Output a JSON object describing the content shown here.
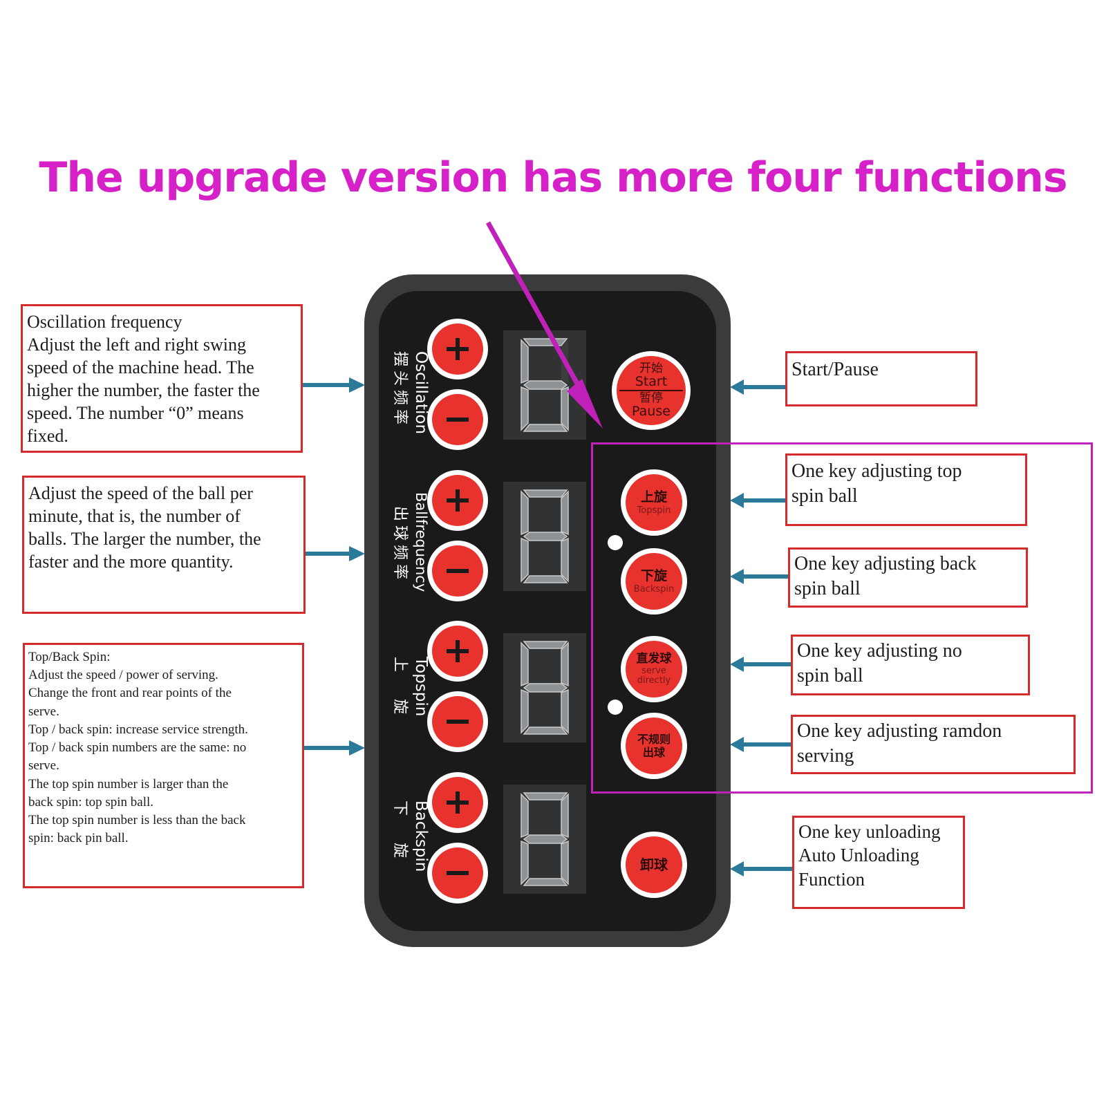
{
  "headline": "The upgrade version has more four functions",
  "colors": {
    "headline": "#d621c9",
    "callout_border": "#d42a2a",
    "highlight_border": "#c021b8",
    "connector": "#2b7a9a",
    "button_red": "#e8322e",
    "panel": "#1a1a1a"
  },
  "left_callouts": {
    "oscillation": {
      "title": "Oscillation frequency",
      "lines": [
        "Adjust the left and right swing",
        "speed of the machine head. The",
        "higher the number, the faster the",
        "speed. The number “0” means",
        "fixed."
      ]
    },
    "ball_frequency": {
      "lines": [
        "Adjust the speed of the ball per",
        "minute, that is, the number of",
        "balls. The larger the number, the",
        "faster and the more quantity."
      ]
    },
    "spin": {
      "title": "Top/Back Spin:",
      "lines": [
        "Adjust the speed / power of serving.",
        "Change the front and rear points of the",
        "serve.",
        "Top / back spin: increase service strength.",
        "Top / back spin numbers are the same: no",
        "serve.",
        "The top spin number is larger than the",
        "back spin: top spin ball.",
        "The top spin number is less than the back",
        "spin: back pin ball."
      ]
    }
  },
  "right_callouts": {
    "start_pause": {
      "lines": [
        "Start/Pause"
      ]
    },
    "topspin": {
      "lines": [
        "One key adjusting top",
        "spin ball"
      ]
    },
    "backspin": {
      "lines": [
        "One key adjusting back",
        "spin ball"
      ]
    },
    "no_spin": {
      "lines": [
        "One key adjusting no",
        "spin ball"
      ]
    },
    "random": {
      "lines": [
        "One key adjusting ramdon",
        "serving"
      ]
    },
    "unloading": {
      "lines": [
        "One key unloading",
        "Auto Unloading",
        "Function"
      ]
    }
  },
  "panel": {
    "rows": [
      {
        "name": "oscillation",
        "en": "Oscillation",
        "cn": "摆头频率",
        "digit": "6"
      },
      {
        "name": "ballfrequency",
        "en": "Ballfrequency",
        "cn": "出球频率",
        "digit": "8"
      },
      {
        "name": "topspin",
        "en": "Topspin",
        "cn": "上 旋",
        "digit": "8"
      },
      {
        "name": "backspin",
        "en": "Backspin",
        "cn": "下 旋",
        "digit": "8"
      }
    ],
    "plus": "+",
    "minus": "−",
    "start_button": {
      "cn_top": "开始",
      "en_top": "Start",
      "cn_bottom": "暂停",
      "en_bottom": "Pause"
    },
    "topspin_button": {
      "cn": "上旋",
      "en": "Topspin"
    },
    "backspin_button": {
      "cn": "下旋",
      "en": "Backspin"
    },
    "serve_button": {
      "cn": "直发球",
      "en1": "serve",
      "en2": "directly"
    },
    "random_button": {
      "cn1": "不规则",
      "cn2": "出球"
    },
    "unload_button": {
      "cn": "卸球"
    }
  }
}
